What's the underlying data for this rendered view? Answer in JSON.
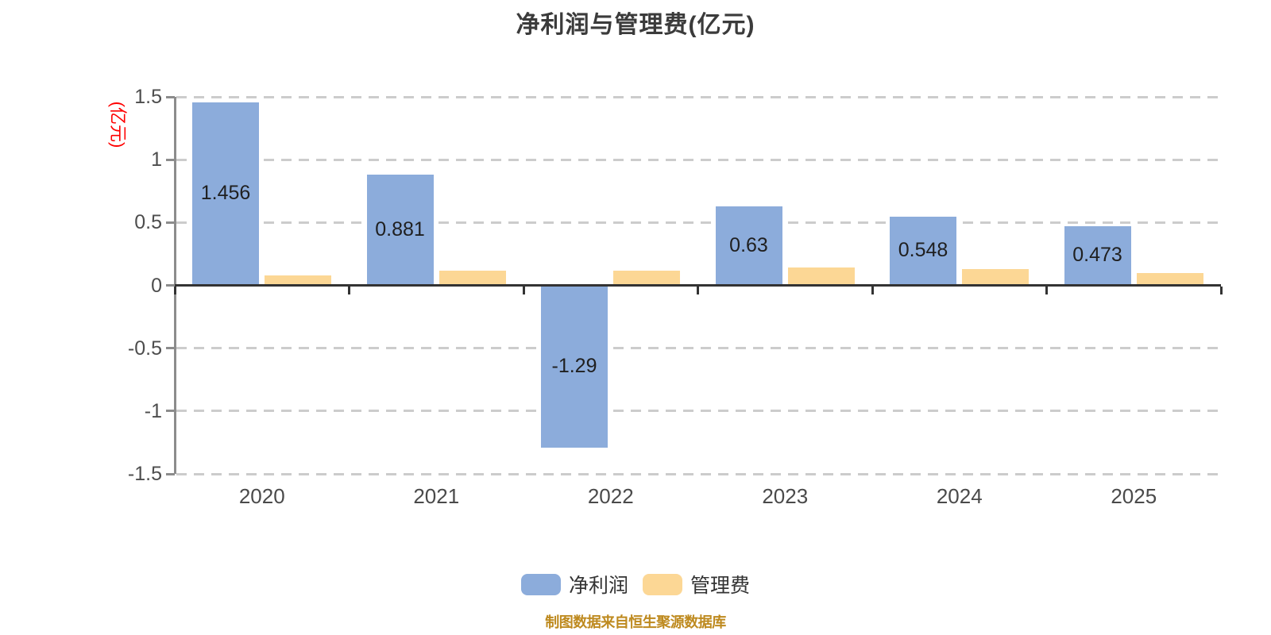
{
  "title": "净利润与管理费(亿元)",
  "y_axis_unit_label": "(亿元)",
  "chart_data": {
    "type": "bar",
    "title": "净利润与管理费(亿元)",
    "categories": [
      "2020",
      "2021",
      "2022",
      "2023",
      "2024",
      "2025"
    ],
    "series": [
      {
        "name": "净利润",
        "key": "net-profit",
        "color": "#8CACDB",
        "values": [
          1.456,
          0.881,
          -1.29,
          0.63,
          0.548,
          0.473
        ],
        "labels": [
          "1.456",
          "0.881",
          "-1.29",
          "0.63",
          "0.548",
          "0.473"
        ]
      },
      {
        "name": "管理费",
        "key": "mgmt-fee",
        "color": "#FCD795",
        "values": [
          0.077,
          0.114,
          0.118,
          0.141,
          0.128,
          0.097
        ],
        "labels": null
      }
    ],
    "xlabel": "",
    "ylabel": "(亿元)",
    "ylim": [
      -1.5,
      1.5
    ],
    "yticks": [
      1.5,
      1,
      0.5,
      0,
      -0.5,
      -1,
      -1.5
    ],
    "ytick_labels": [
      "1.5",
      "1",
      "0.5",
      "0",
      "-0.5",
      "-1",
      "-1.5"
    ],
    "grid": "horizontal-dashed",
    "legend_position": "bottom"
  },
  "legend": {
    "items": [
      {
        "label": "净利润",
        "color": "#8CACDB"
      },
      {
        "label": "管理费",
        "color": "#FCD795"
      }
    ]
  },
  "source_note": "制图数据来自恒生聚源数据库",
  "colors": {
    "net_profit_bar": "#8CACDB",
    "mgmt_fee_bar": "#FCD795",
    "gridline": "#cccccc",
    "x_axis": "#333333",
    "y_axis": "#8c8c8c",
    "title_text": "#3b3b3b",
    "axis_label_text": "#4d4d4d",
    "unit_label_red": "#ff0000",
    "source_text": "#be8a1f"
  }
}
